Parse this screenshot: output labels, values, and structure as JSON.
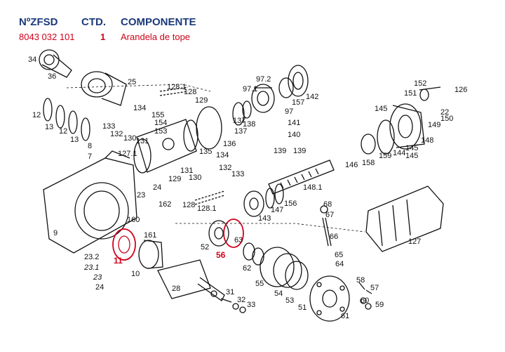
{
  "header": {
    "col1_label": "NºZFSD",
    "col2_label": "CTD.",
    "col3_label": "COMPONENTE",
    "part_number": "8043 032 101",
    "quantity": "1",
    "component_name": "Arandela de tope"
  },
  "highlight_color": "#d0021b",
  "header_color": "#1b3a7a",
  "callouts": [
    "34",
    "36",
    "25",
    "128.1",
    "128",
    "129",
    "97.2",
    "97.1",
    "142",
    "152",
    "126",
    "151",
    "157",
    "97",
    "22",
    "145",
    "150",
    "12",
    "13",
    "12",
    "13",
    "134",
    "155",
    "154",
    "153",
    "137",
    "138",
    "137",
    "141",
    "148",
    "133",
    "132",
    "130",
    "131",
    "136",
    "140",
    "149",
    "8",
    "7",
    "127.1",
    "135",
    "134",
    "139",
    "139",
    "146",
    "158",
    "159",
    "144",
    "145",
    "145",
    "131",
    "130",
    "132",
    "133",
    "24",
    "129",
    "128",
    "128.1",
    "148.1",
    "23",
    "162",
    "68",
    "67",
    "9",
    "160",
    "161",
    "143",
    "147",
    "156",
    "66",
    "127",
    "52",
    "56",
    "63",
    "62",
    "65",
    "64",
    "11",
    "23.2",
    "23.1",
    "23",
    "24",
    "10",
    "28",
    "55",
    "58",
    "57",
    "54",
    "53",
    "51",
    "60",
    "59",
    "61",
    "31",
    "32",
    "33"
  ],
  "highlighted_callouts": [
    "11",
    "56"
  ]
}
